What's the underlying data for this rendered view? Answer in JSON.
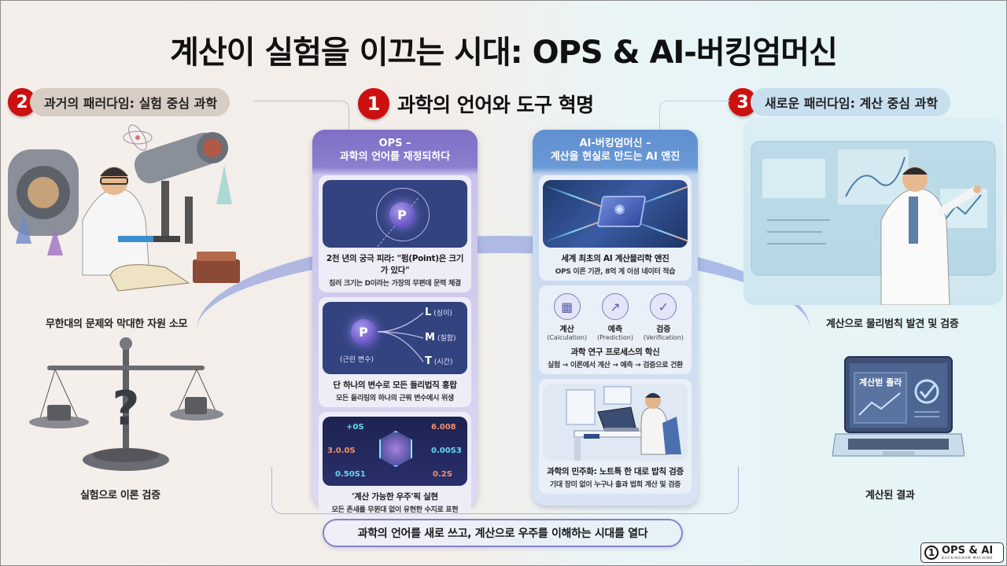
{
  "title": "계산이 실험을 이끄는 시대: OPS & AI-버킹엄머신",
  "sections": {
    "left": {
      "number": "2",
      "label": "과거의 패러다임: 실험 중심 과학",
      "color": "#d8cdc4"
    },
    "center": {
      "number": "1",
      "label": "과학의 언어와 도구 혁명"
    },
    "right": {
      "number": "3",
      "label": "새로운 패러다임: 계산 중심 과학",
      "color": "#c8dff0"
    }
  },
  "left_panel": {
    "caption_top": "무한대의 문제와 막대한 자원 소모",
    "caption_bottom": "실험으로 이론 검증"
  },
  "ops_column": {
    "header_line1": "OPS –",
    "header_line2": "과학의 언어를 재정되하다",
    "color": "#7d6fc4",
    "cards": [
      {
        "image": "point-atom",
        "p_label": "P",
        "title": "2천 년의 궁극 피라: \"펌(Point)은 크기가 있다\"",
        "subtitle": "침러 크기는 D이라는 가장의 무편데 문력 체결"
      },
      {
        "image": "single-variable-branch",
        "p_label": "P",
        "root_label": "(근린 변수)",
        "leaves": [
          {
            "symbol": "L",
            "label": "(심이)"
          },
          {
            "symbol": "M",
            "label": "(질함)"
          },
          {
            "symbol": "T",
            "label": "(시간)"
          }
        ],
        "title": "단 하나의 변수로 모든 들리법직 홍랍",
        "subtitle": "모든 들리링의 하나의 근뭐 변수에시 위생"
      },
      {
        "image": "computable-cube",
        "numbers": [
          "+0S",
          "6.008",
          "3.0.0S",
          "0.00S3",
          "0.50S1",
          "0.2S"
        ],
        "title": "'계산 가능한 우주'픽 실현",
        "subtitle": "모든 존새를 무뮌대 없이 유현한 수지로 표현"
      }
    ]
  },
  "ai_column": {
    "header_line1": "AI-버킹엄머신 –",
    "header_line2": "계산을 현실로 만드는 AI 앤진",
    "color": "#5f8fd0",
    "cards": [
      {
        "image": "ai-chip",
        "title": "세계 최초의 AI 계산믈리학 앤진",
        "subtitle": "OPS 이른 기관, 8억 게 이섬 네이터 적습"
      },
      {
        "image": "process-icons",
        "steps": [
          {
            "icon": "calculator-icon",
            "name": "계산",
            "en": "(Calculation)"
          },
          {
            "icon": "chart-up-icon",
            "name": "예측",
            "en": "(Prediction)"
          },
          {
            "icon": "monitor-check-icon",
            "name": "검증",
            "en": "(Verification)"
          }
        ],
        "title": "과학 연구 프로세스의 학신",
        "subtitle": "실험 → 이론에서 계산 → 예측 → 검증으로 건환"
      },
      {
        "image": "laptop-researcher",
        "title": "과학의 민주화: 노트특 한 대로 밥칙 검증",
        "subtitle": "기대 장미 없이 누구나 출과 법희 계산 및 검증"
      }
    ]
  },
  "right_panel": {
    "caption_top": "계산으로 물리범칙 발견 및 검증",
    "laptop_screen_label": "계산벋 졸라",
    "caption_bottom": "계산된 결과"
  },
  "bottom_banner": "과학의 언어를 새로 쓰고, 계산으로 우주를 이해하는 시대를 열다",
  "logo": {
    "number": "1",
    "text": "OPS & AI",
    "tagline": "BUCKINGHAM MACHINE"
  }
}
